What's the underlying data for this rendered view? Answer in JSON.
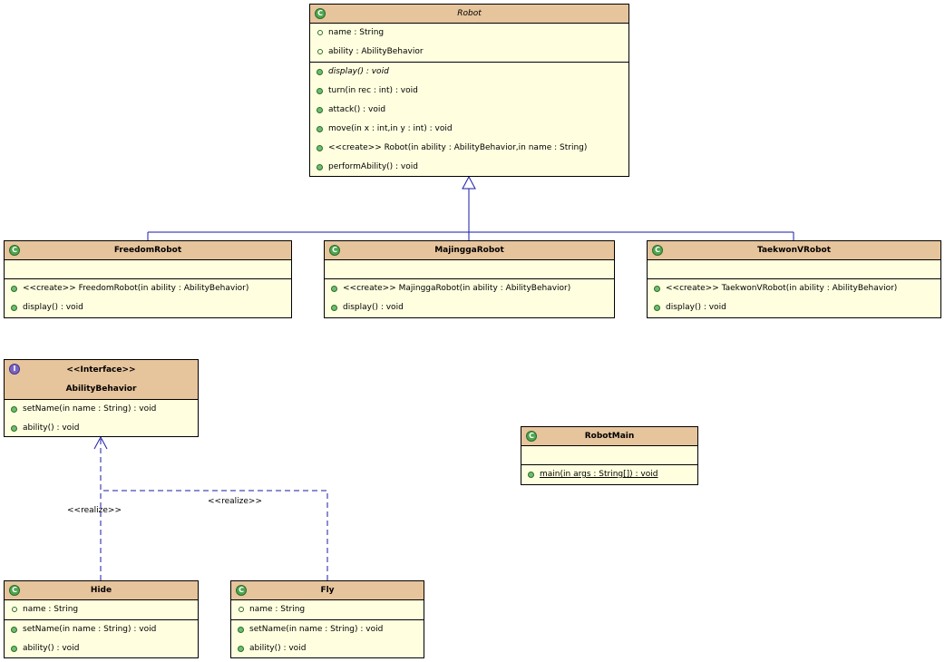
{
  "robot": {
    "name": "Robot",
    "attributes": [
      "name : String",
      "ability : AbilityBehavior"
    ],
    "operations": [
      "display() : void",
      "turn(in rec : int) : void",
      "attack() : void",
      "move(in x : int,in y : int) : void",
      "<<create>> Robot(in ability : AbilityBehavior,in name : String)",
      "performAbility() : void"
    ]
  },
  "freedom": {
    "name": "FreedomRobot",
    "operations": [
      "<<create>> FreedomRobot(in ability : AbilityBehavior)",
      "display() : void"
    ]
  },
  "majingga": {
    "name": "MajinggaRobot",
    "operations": [
      "<<create>> MajinggaRobot(in ability : AbilityBehavior)",
      "display() : void"
    ]
  },
  "taekwon": {
    "name": "TaekwonVRobot",
    "operations": [
      "<<create>> TaekwonVRobot(in ability : AbilityBehavior)",
      "display() : void"
    ]
  },
  "ability": {
    "stereotype": "<<Interface>>",
    "name": "AbilityBehavior",
    "operations": [
      "setName(in name : String) : void",
      "ability() : void"
    ]
  },
  "robotmain": {
    "name": "RobotMain",
    "operations": [
      "main(in args : String[]) : void"
    ]
  },
  "hide": {
    "name": "Hide",
    "attributes": [
      "name : String"
    ],
    "operations": [
      "setName(in name : String) : void",
      "ability() : void"
    ]
  },
  "fly": {
    "name": "Fly",
    "attributes": [
      "name : String"
    ],
    "operations": [
      "setName(in name : String) : void",
      "ability() : void"
    ]
  },
  "relations": {
    "realize_hide": "<<realize>>",
    "realize_fly": "<<realize>>"
  },
  "icons": {
    "class_icon": "C",
    "interface_icon": "I"
  },
  "colors": {
    "header": "#e6c49c",
    "body": "#ffffe0",
    "generalization": "#1a1aa8"
  }
}
